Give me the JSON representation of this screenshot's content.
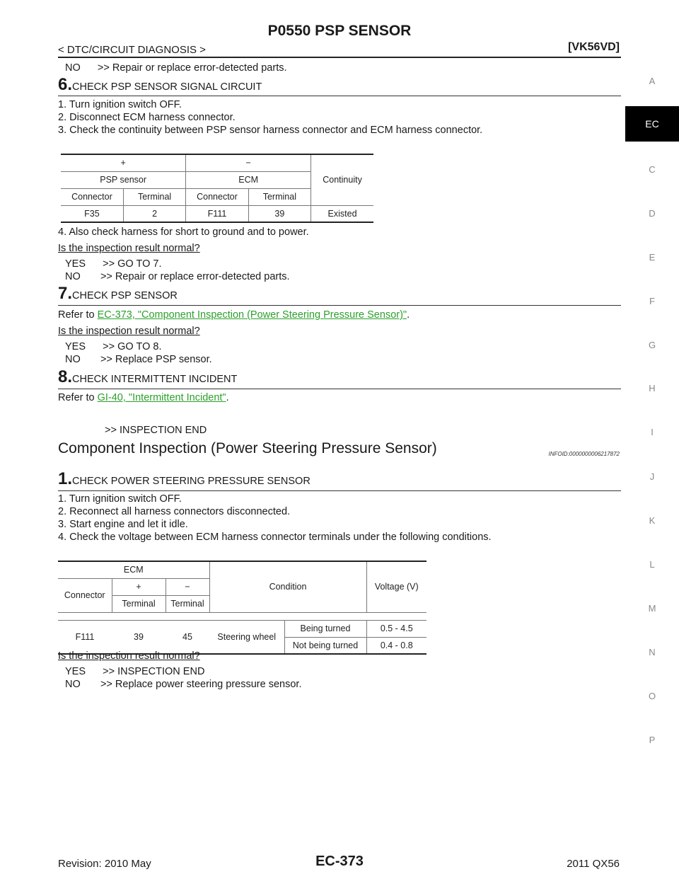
{
  "header": {
    "title": "P0550 PSP SENSOR",
    "section": "< DTC/CIRCUIT DIAGNOSIS >",
    "model_code": "[VK56VD]"
  },
  "top_no": "NO      >> Repair or replace error-detected parts.",
  "step6": {
    "num": "6.",
    "title": "CHECK PSP SENSOR SIGNAL CIRCUIT",
    "items": [
      "1.  Turn ignition switch OFF.",
      "2.  Disconnect ECM harness connector.",
      "3.  Check the continuity between PSP sensor harness connector and ECM harness connector."
    ],
    "table": {
      "plus": "+",
      "minus": "−",
      "continuity": "Continuity",
      "psp_sensor": "PSP sensor",
      "ecm": "ECM",
      "connector": "Connector",
      "terminal": "Terminal",
      "row": [
        "F35",
        "2",
        "F111",
        "39",
        "Existed"
      ]
    },
    "item4": "4.  Also check harness for short to ground and to power.",
    "question": "Is the inspection result normal?",
    "yes": "YES      >> GO TO 7.",
    "no": "NO       >> Repair or replace error-detected parts."
  },
  "step7": {
    "num": "7.",
    "title": "CHECK PSP SENSOR",
    "refer_prefix": "Refer to ",
    "refer_link": "EC-373, \"Component Inspection (Power Steering Pressure Sensor)\"",
    "refer_suffix": ".",
    "question": "Is the inspection result normal?",
    "yes": "YES      >> GO TO 8.",
    "no": "NO       >> Replace PSP sensor."
  },
  "step8": {
    "num": "8.",
    "title": "CHECK INTERMITTENT INCIDENT",
    "refer_prefix": "Refer to ",
    "refer_link": "GI-40, \"Intermittent Incident\"",
    "refer_suffix": ".",
    "end": ">> INSPECTION END"
  },
  "component": {
    "heading": "Component Inspection (Power Steering Pressure Sensor)",
    "info_id": "INFOID:0000000006217872",
    "num": "1.",
    "title": "CHECK POWER STEERING PRESSURE SENSOR",
    "items": [
      "1.  Turn ignition switch OFF.",
      "2.  Reconnect all harness connectors disconnected.",
      "3.  Start engine and let it idle.",
      "4.  Check the voltage between ECM harness connector terminals under the following conditions."
    ],
    "table": {
      "ecm": "ECM",
      "condition": "Condition",
      "voltage": "Voltage (V)",
      "connector": "Connector",
      "plus": "+",
      "minus": "−",
      "terminal": "Terminal",
      "conn_val": "F111",
      "term_plus": "39",
      "term_minus": "45",
      "steering": "Steering wheel",
      "rows": [
        {
          "state": "Being turned",
          "volt": "0.5 - 4.5"
        },
        {
          "state": "Not being turned",
          "volt": "0.4 - 0.8"
        }
      ]
    },
    "question": "Is the inspection result normal?",
    "yes": "YES      >> INSPECTION END",
    "no": "NO       >> Replace power steering pressure sensor."
  },
  "side_tabs": [
    "A",
    "EC",
    "C",
    "D",
    "E",
    "F",
    "G",
    "H",
    "I",
    "J",
    "K",
    "L",
    "M",
    "N",
    "O",
    "P"
  ],
  "footer": {
    "revision": "Revision: 2010 May",
    "page": "EC-373",
    "model": "2011 QX56"
  }
}
